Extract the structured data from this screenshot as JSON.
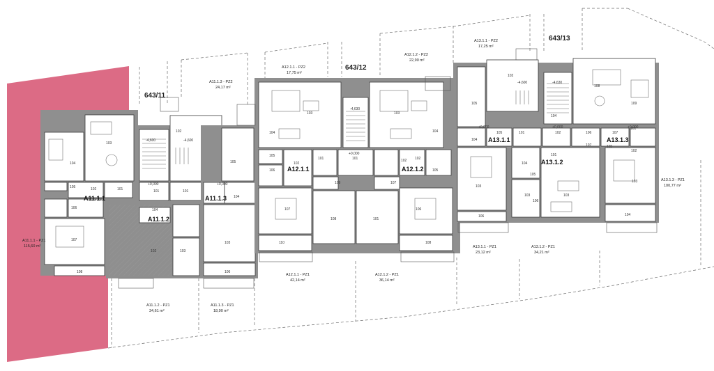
{
  "parcels": [
    "643/11",
    "643/12",
    "643/13"
  ],
  "highlight_color": "#d44a6a",
  "areas": [
    {
      "name": "A11.1.1 - PZ1",
      "area": "115,60 m²"
    },
    {
      "name": "A11.1.2 - PZ1",
      "area": "34,61 m²"
    },
    {
      "name": "A11.1.3 - PZ1",
      "area": "18,90 m²"
    },
    {
      "name": "A11.1.3 - PZ2",
      "area": "24,17 m²"
    },
    {
      "name": "A12.1.1 - PZ2",
      "area": "17,75 m²"
    },
    {
      "name": "A12.1.2 - PZ2",
      "area": "22,90 m²"
    },
    {
      "name": "A12.1.1 - PZ1",
      "area": "42,14 m²"
    },
    {
      "name": "A12.1.2 - PZ1",
      "area": "36,14 m²"
    },
    {
      "name": "A13.1.1 - PZ2",
      "area": "17,25 m²"
    },
    {
      "name": "A13.1.1 - PZ1",
      "area": "23,12 m²"
    },
    {
      "name": "A13.1.2 - PZ1",
      "area": "34,21 m²"
    },
    {
      "name": "A13.1.3 - PZ1",
      "area": "100,77 m²"
    }
  ],
  "units": [
    "A11.1.1",
    "A11.1.2",
    "A11.1.3",
    "A12.1.1",
    "A12.1.2",
    "A13.1.1",
    "A13.1.2",
    "A13.1.3"
  ],
  "rooms": [
    "103",
    "104",
    "101",
    "102",
    "105",
    "106",
    "107",
    "108",
    "101",
    "104",
    "102",
    "103",
    "101",
    "102",
    "103",
    "104",
    "105",
    "106",
    "101",
    "102",
    "103",
    "104",
    "105",
    "106",
    "107",
    "108",
    "109",
    "110",
    "101",
    "102",
    "103",
    "104",
    "105",
    "106",
    "107",
    "108",
    "101",
    "102",
    "103",
    "104",
    "105",
    "106",
    "101",
    "102",
    "103",
    "104",
    "105",
    "101",
    "102",
    "103",
    "104",
    "105",
    "106",
    "107",
    "108",
    "109",
    "101",
    "102",
    "103",
    "104",
    "105",
    "106",
    "107"
  ],
  "levels": [
    "-4,600",
    "-4,600",
    "+0,000",
    "+0,000",
    "+0,000",
    "-4,630",
    "+0,000",
    "-4,630",
    "+0,000",
    "-4,600",
    "+0,000"
  ]
}
